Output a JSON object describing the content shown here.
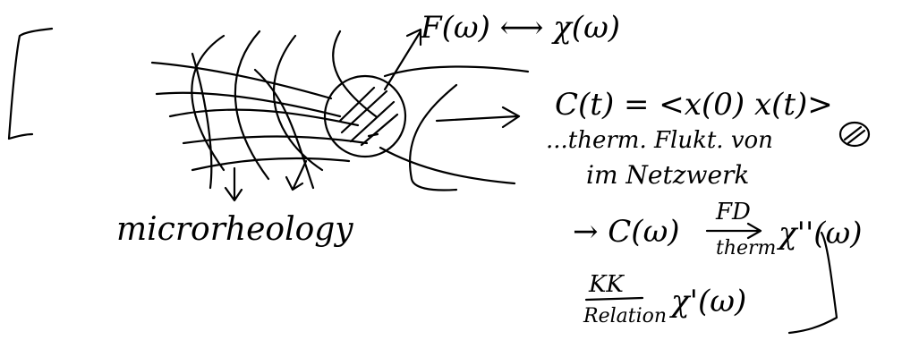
{
  "note": {
    "top_relation": "F(ω) ⟷ χ(ω)",
    "label_left": "microrheology",
    "correlation": "C(t) = <x(0) x(t)>",
    "comment_line1": "...therm. Flukt. von",
    "comment_line2": "im Netzwerk",
    "fd_line_lhs": "→ C(ω)",
    "fd_top": "FD",
    "fd_bottom": "therm",
    "fd_rhs": "χ''(ω)",
    "kk_top": "KK",
    "kk_bottom": "Relation",
    "kk_rhs": "χ'(ω)"
  },
  "colors": {
    "ink": "#000000",
    "background": "#ffffff"
  }
}
